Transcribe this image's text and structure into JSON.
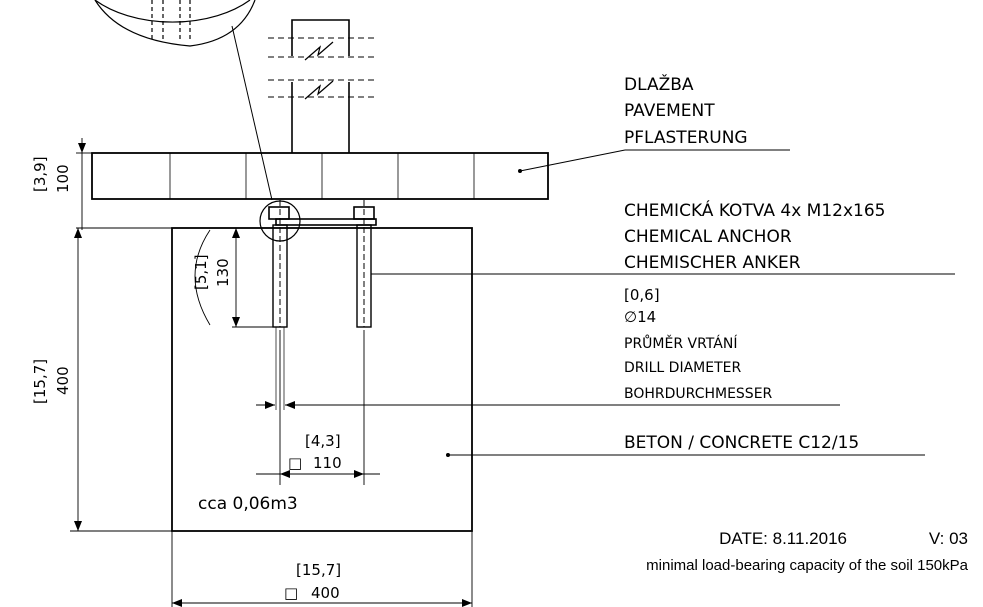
{
  "labels": {
    "pavement": [
      "DLAŽBA",
      "PAVEMENT",
      "PFLASTERUNG"
    ],
    "anchor": [
      "CHEMICKÁ KOTVA 4x M12x165",
      "CHEMICAL ANCHOR",
      "CHEMISCHER ANKER"
    ],
    "drill": {
      "inch": "[0,6]",
      "diameter": "∅14",
      "lines": [
        "PRŮMĚR VRTÁNÍ",
        "DRILL DIAMETER",
        "BOHRDURCHMESSER"
      ]
    },
    "concrete": "BETON / CONCRETE C12/15",
    "volume": "cca 0,06m3"
  },
  "dimensions": {
    "pavement_height": {
      "mm": "100",
      "inch": "[3,9]"
    },
    "foundation_height": {
      "mm": "400",
      "inch": "[15,7]"
    },
    "anchor_depth": {
      "mm": "130",
      "inch": "[5,1]"
    },
    "anchor_spacing": {
      "mm": "110",
      "inch": "[4,3]",
      "symbol": "□"
    },
    "foundation_width": {
      "mm": "400",
      "inch": "[15,7]",
      "symbol": "□"
    }
  },
  "meta": {
    "date": "DATE: 8.11.2016",
    "version": "V: 03",
    "note": "minimal load-bearing capacity of the soil 150kPa"
  }
}
